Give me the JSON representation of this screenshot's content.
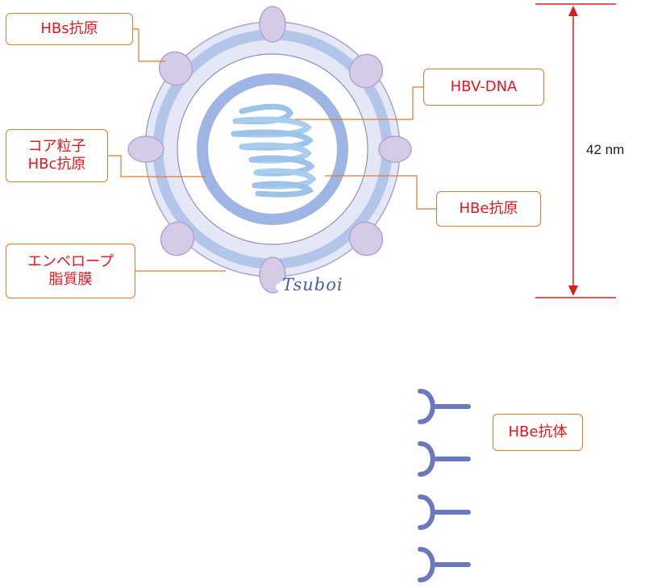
{
  "labels": {
    "hbs_antigen": "HBs抗原",
    "hbv_dna": "HBV-DNA",
    "core_particle_line1": "コア粒子",
    "core_particle_line2": "HBc抗原",
    "hbe_antigen": "HBe抗原",
    "envelope_line1": "エンベロープ",
    "envelope_line2": "脂質膜",
    "hbe_antibody": "HBe抗体"
  },
  "size": "42 nm",
  "signature": "Tsuboi",
  "colors": {
    "label_text": "#e8141e",
    "label_border": "#e8782a",
    "leader_line": "#e8782a",
    "dimension_line": "#dd1c1c",
    "envelope_outer": "#e3e7f6",
    "envelope_band": "#b3c6ea",
    "core_ring": "#9db4e4",
    "dna": "#9ec3ea",
    "surface_protein": "#d6cbe6",
    "antibody": "#6b78c0"
  },
  "icons": [
    "hbv-virion-icon",
    "antibody-icon"
  ]
}
